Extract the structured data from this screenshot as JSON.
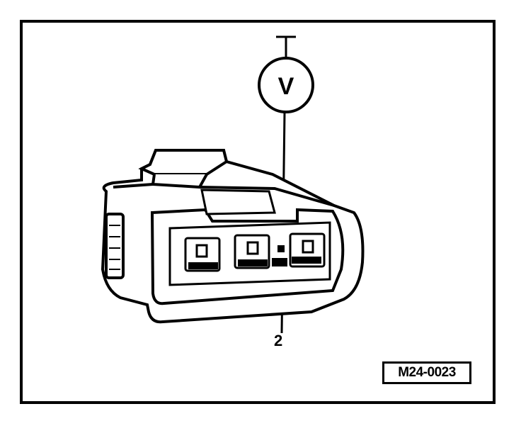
{
  "diagram": {
    "meter_symbol": "V",
    "pin_label": "2",
    "figure_ref": "M24-0023"
  }
}
